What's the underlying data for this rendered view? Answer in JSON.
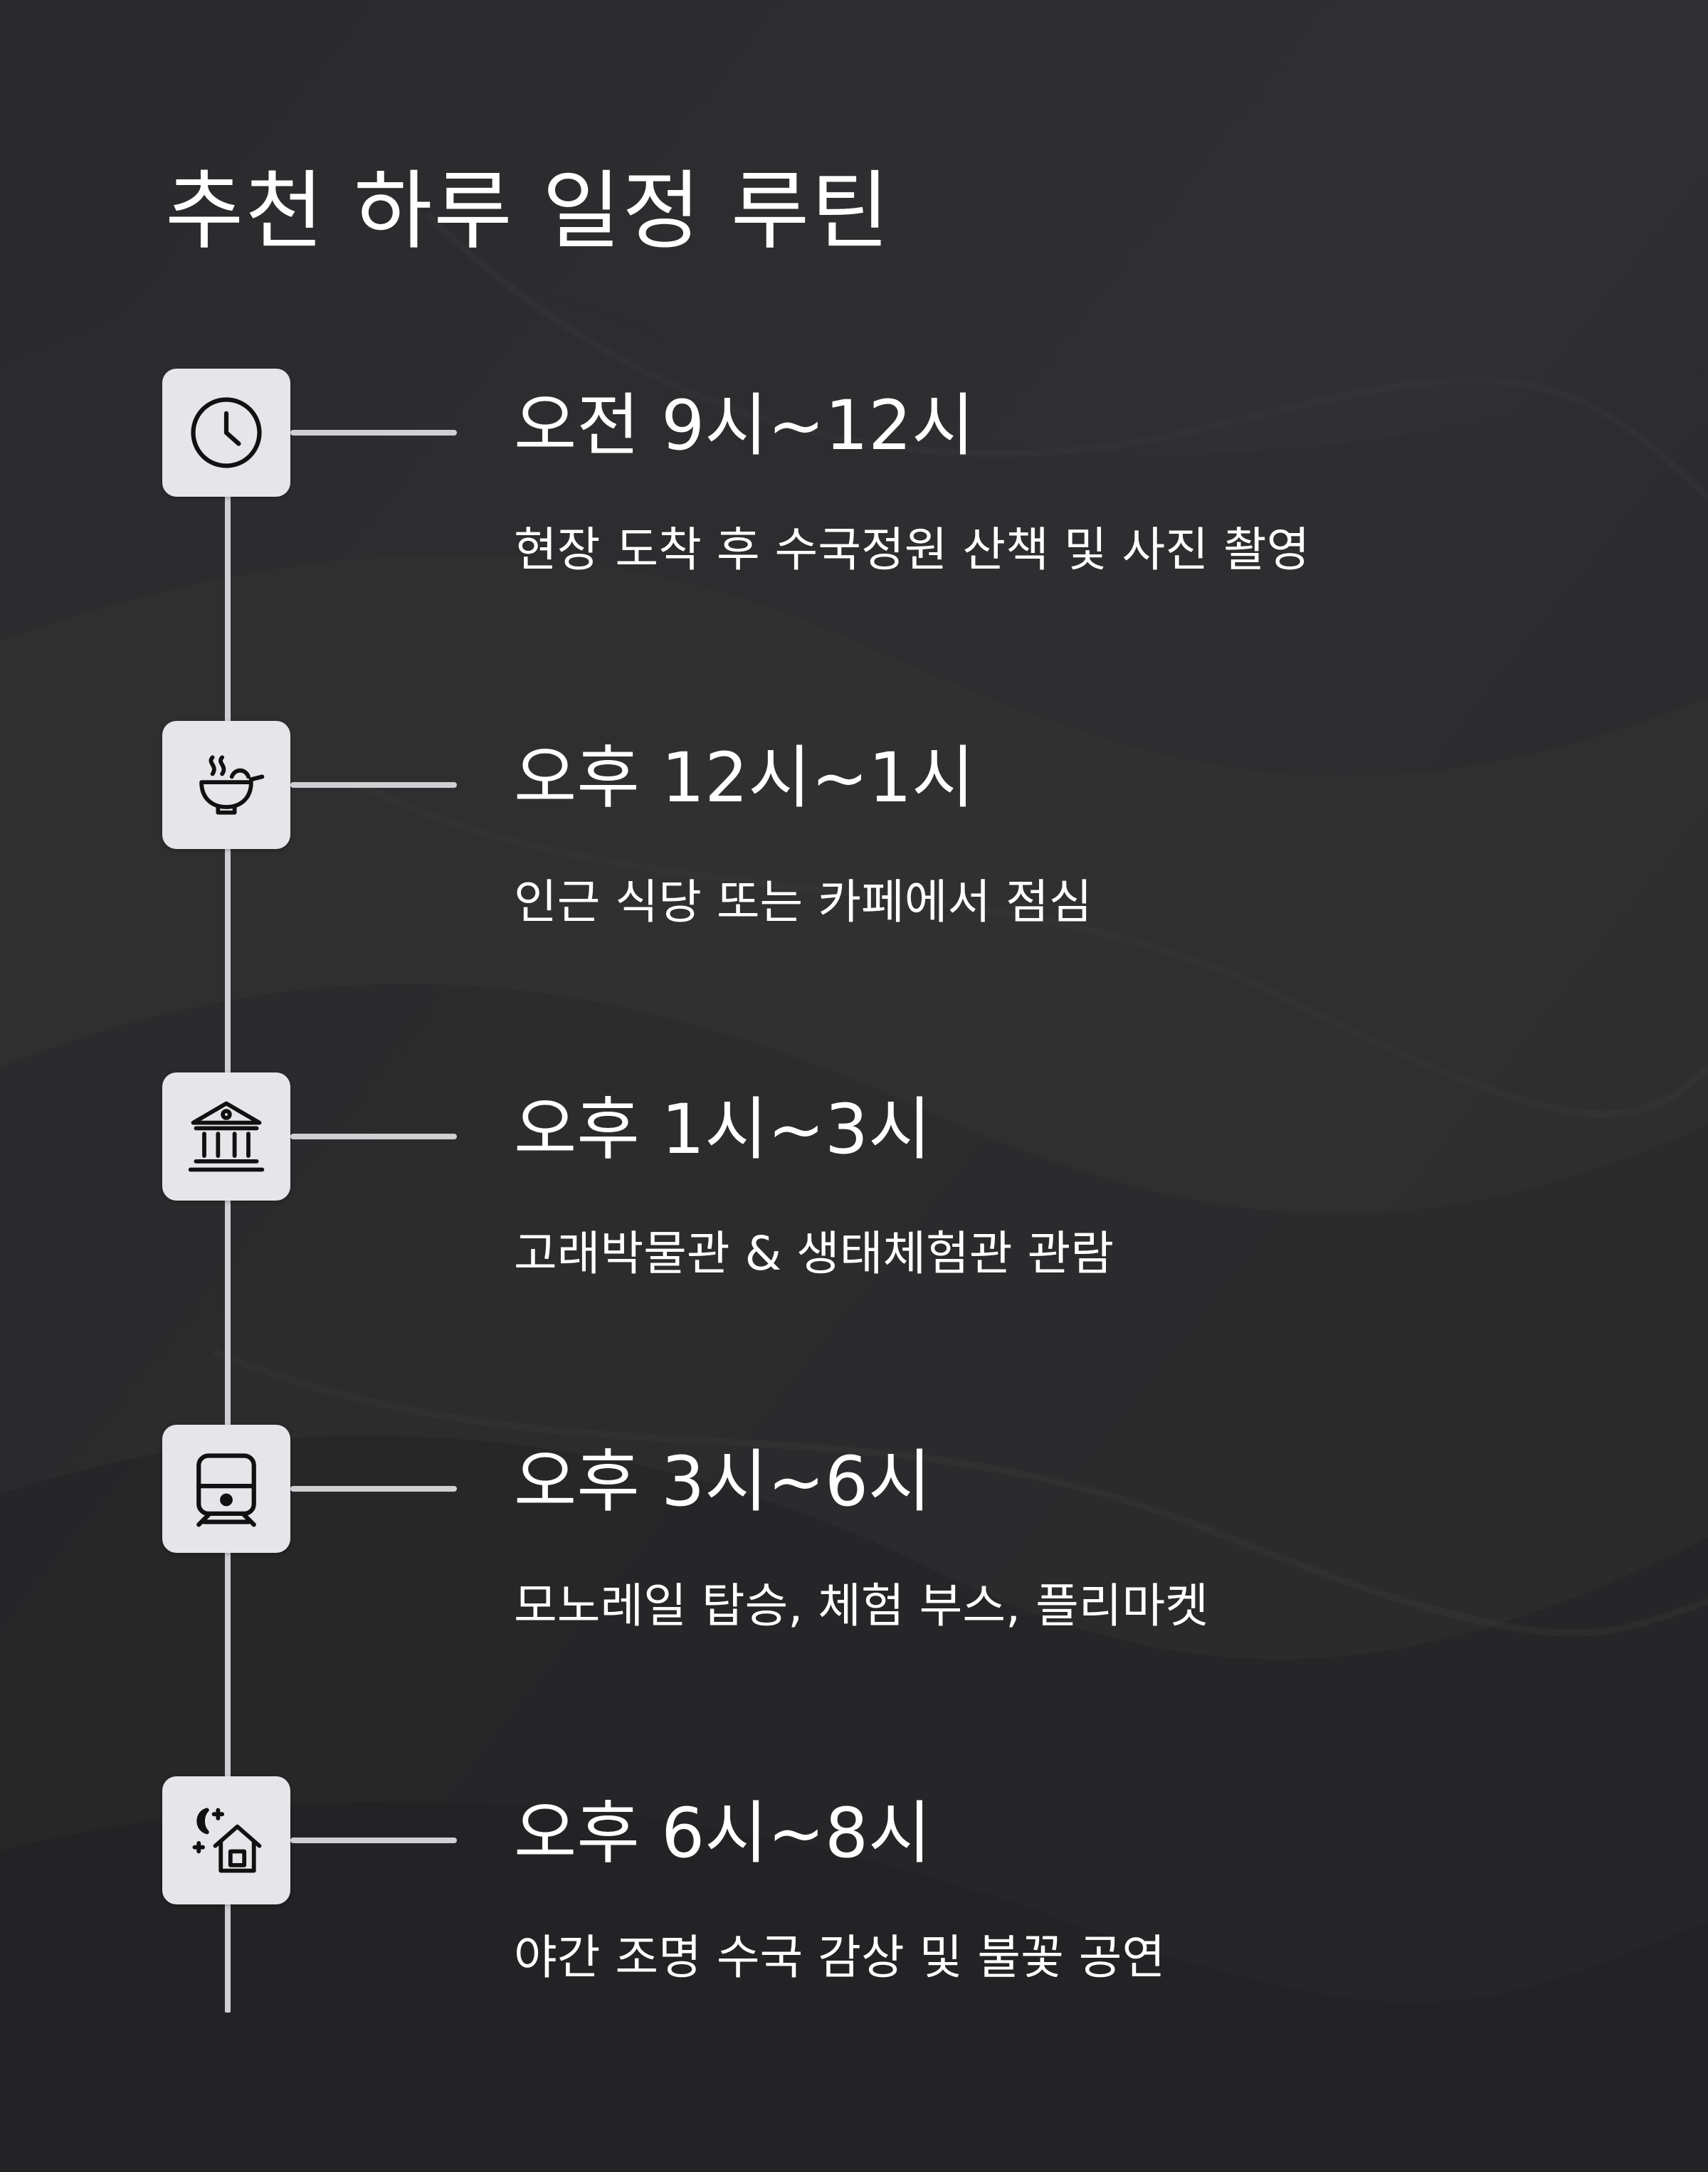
{
  "title": "추천 하루 일정 루틴",
  "schedule": [
    {
      "icon": "clock-icon",
      "time": "오전 9시~12시",
      "description": "현장 도착 후 수국정원 산책 및 사진 촬영"
    },
    {
      "icon": "soup-bowl-icon",
      "time": "오후 12시~1시",
      "description": "인근 식당 또는 카페에서 점심"
    },
    {
      "icon": "museum-icon",
      "time": "오후 1시~3시",
      "description": "고래박물관 & 생태체험관 관람"
    },
    {
      "icon": "monorail-icon",
      "time": "오후 3시~6시",
      "description": "모노레일 탑승, 체험 부스, 플리마켓"
    },
    {
      "icon": "night-house-icon",
      "time": "오후 6시~8시",
      "description": "야간 조명 수국 감상 및 불꽃 공연"
    }
  ],
  "colors": {
    "background": "#262628",
    "icon_box": "#e6e6ea",
    "line": "#d0d0d4",
    "text": "#ffffff"
  }
}
